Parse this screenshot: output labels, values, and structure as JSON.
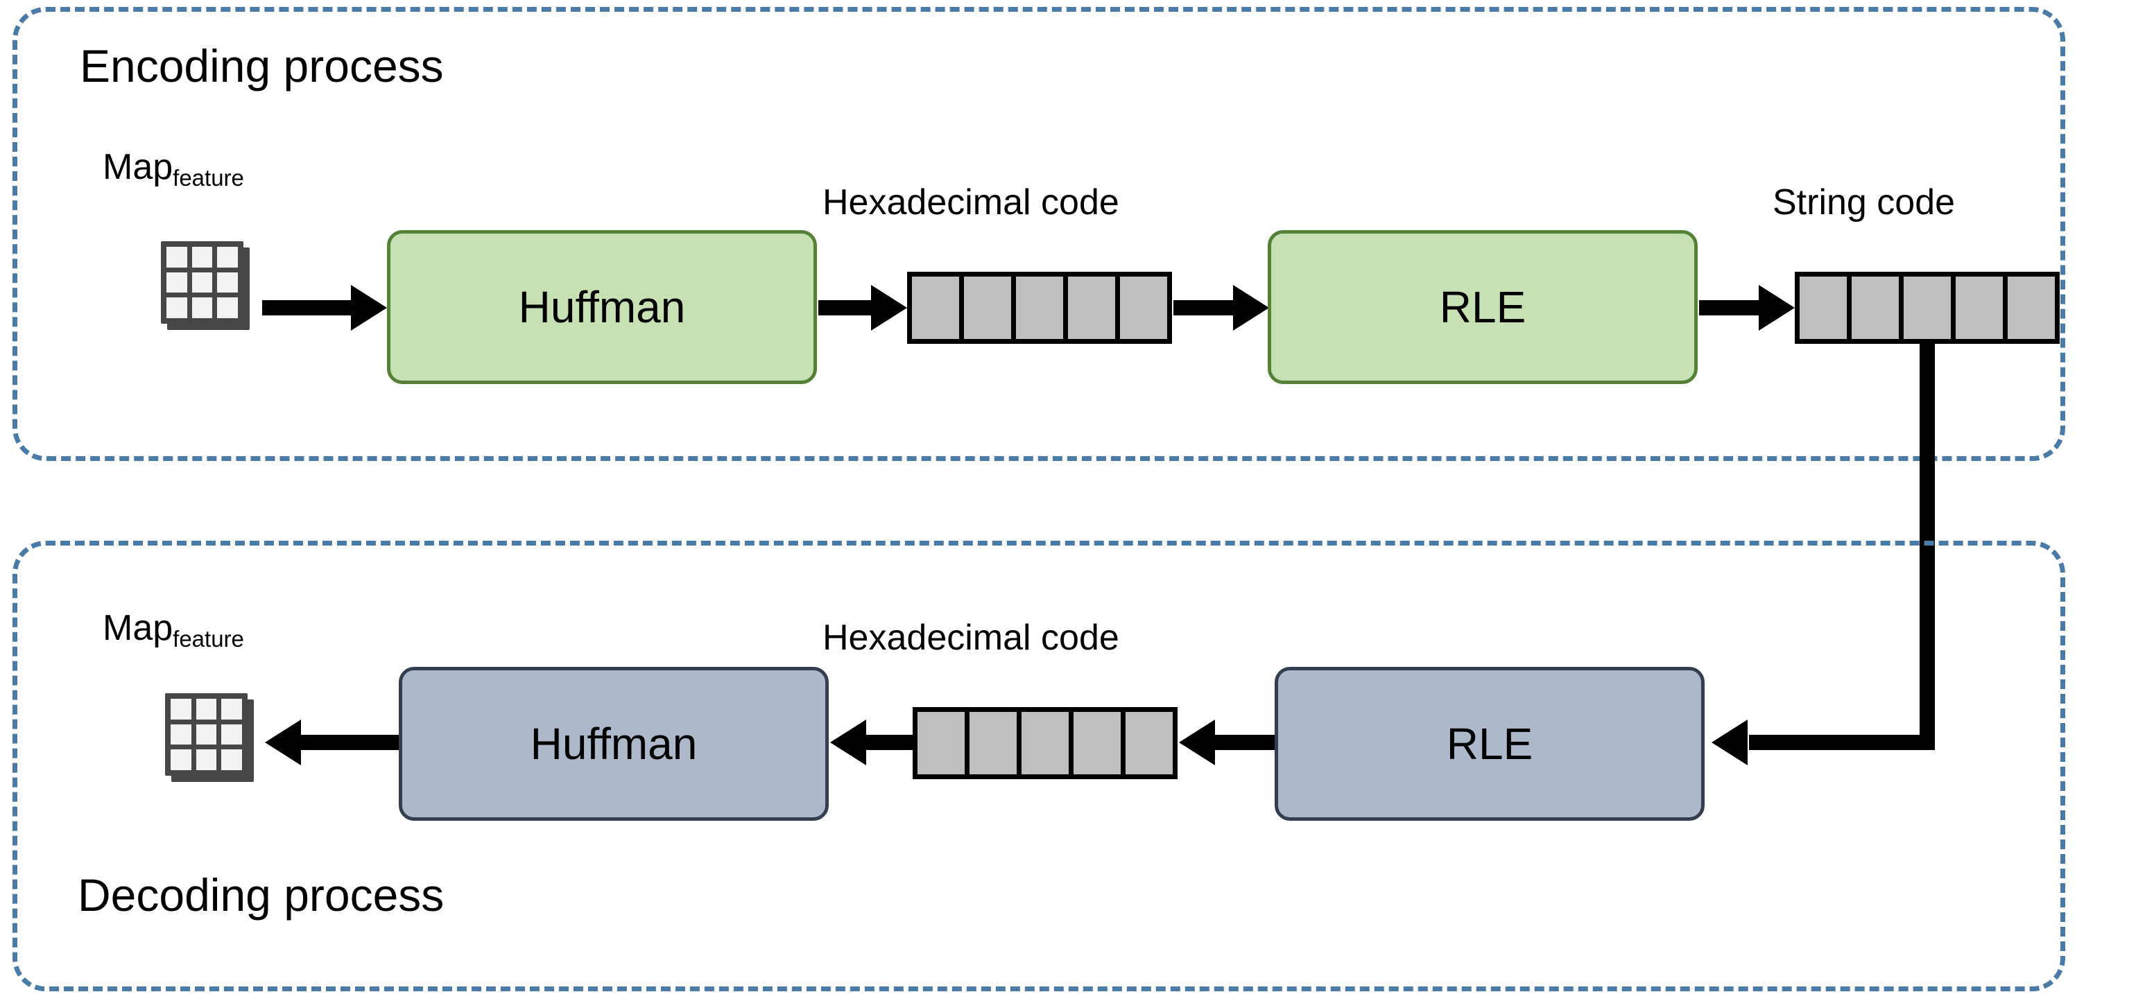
{
  "figure": {
    "encoding": {
      "title": "Encoding process",
      "input_label_main": "Map",
      "input_label_sub": "feature",
      "input_icon": "grid-3x3-icon",
      "block1": "Huffman",
      "mid_caption": "Hexadecimal code",
      "mid_cells": 5,
      "block2": "RLE",
      "out_caption": "String code",
      "out_cells": 5
    },
    "decoding": {
      "title": "Decoding process",
      "output_label_main": "Map",
      "output_label_sub": "feature",
      "output_icon": "grid-3x3-icon",
      "block1": "Huffman",
      "mid_caption": "Hexadecimal code",
      "mid_cells": 5,
      "block2": "RLE"
    },
    "colors": {
      "container_border": "#4a7ba7",
      "encode_block_fill": "#c7e0b4",
      "encode_block_border": "#538135",
      "decode_block_fill": "#adb9ca",
      "decode_block_border": "#333f50",
      "code_cell_fill": "#bfbfbf",
      "code_cell_border": "#000000",
      "arrow": "#000000",
      "grid_icon": "#474747",
      "text": "#000000"
    }
  }
}
